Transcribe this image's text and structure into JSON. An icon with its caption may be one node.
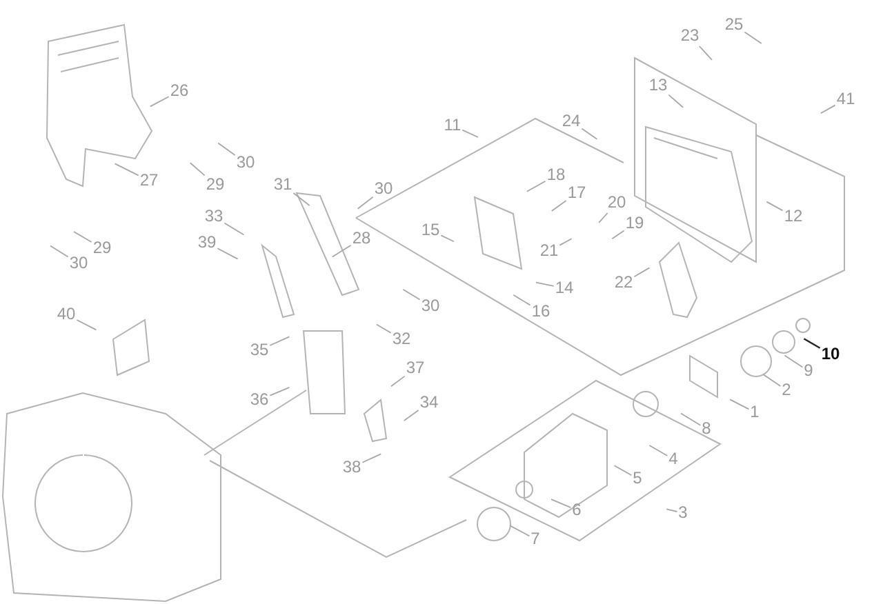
{
  "diagram": {
    "nodes": [
      {
        "text": [
          "25"
        ]
      },
      {
        "text": [
          "23"
        ]
      },
      {
        "text": [
          "13"
        ]
      },
      {
        "text": [
          "26"
        ]
      },
      {
        "text": [
          "41"
        ]
      },
      {
        "text": [
          "24"
        ]
      },
      {
        "text": [
          "11"
        ]
      },
      {
        "text": [
          "18"
        ]
      },
      {
        "text": [
          "27"
        ]
      },
      {
        "text": [
          "29"
        ]
      },
      {
        "text": [
          "30"
        ]
      },
      {
        "text": [
          "31"
        ]
      },
      {
        "text": [
          "30"
        ]
      },
      {
        "text": [
          "17"
        ]
      },
      {
        "text": [
          "20"
        ]
      },
      {
        "text": [
          "12"
        ]
      },
      {
        "text": [
          "33"
        ]
      },
      {
        "text": [
          "19"
        ]
      },
      {
        "text": [
          "15"
        ]
      },
      {
        "text": [
          "28"
        ]
      },
      {
        "text": [
          "39"
        ]
      },
      {
        "text": [
          "29"
        ]
      },
      {
        "text": [
          "21"
        ]
      },
      {
        "text": [
          "30"
        ]
      },
      {
        "text": [
          "22"
        ]
      },
      {
        "text": [
          "14"
        ]
      },
      {
        "text": [
          "30"
        ]
      },
      {
        "text": [
          "16"
        ]
      },
      {
        "text": [
          "40"
        ]
      },
      {
        "text": [
          "32"
        ]
      },
      {
        "text": [
          "35"
        ]
      },
      {
        "text": [
          "10"
        ]
      },
      {
        "text": [
          "37"
        ]
      },
      {
        "text": [
          "9"
        ]
      },
      {
        "text": [
          "2"
        ]
      },
      {
        "text": [
          "36"
        ]
      },
      {
        "text": [
          "34"
        ]
      },
      {
        "text": [
          "1"
        ]
      },
      {
        "text": [
          "8"
        ]
      },
      {
        "text": [
          "4"
        ]
      },
      {
        "text": [
          "38"
        ]
      },
      {
        "text": [
          "5"
        ]
      },
      {
        "text": [
          "3"
        ]
      },
      {
        "text": [
          "6"
        ]
      },
      {
        "text": [
          "7"
        ]
      }
    ],
    "edges": [
      {
        "from": 0,
        "to": null,
        "arrow": "none"
      },
      {
        "from": 1,
        "to": null,
        "arrow": "none"
      },
      {
        "from": 2,
        "to": null,
        "arrow": "none"
      },
      {
        "from": 3,
        "to": null,
        "arrow": "none"
      },
      {
        "from": 4,
        "to": null,
        "arrow": "none"
      },
      {
        "from": 5,
        "to": null,
        "arrow": "none"
      },
      {
        "from": 6,
        "to": null,
        "arrow": "none"
      },
      {
        "from": 7,
        "to": null,
        "arrow": "none"
      },
      {
        "from": 8,
        "to": null,
        "arrow": "none"
      },
      {
        "from": 9,
        "to": null,
        "arrow": "none"
      },
      {
        "from": 10,
        "to": null,
        "arrow": "none"
      },
      {
        "from": 11,
        "to": null,
        "arrow": "none"
      },
      {
        "from": 12,
        "to": null,
        "arrow": "none"
      },
      {
        "from": 13,
        "to": null,
        "arrow": "none"
      },
      {
        "from": 14,
        "to": null,
        "arrow": "none"
      },
      {
        "from": 15,
        "to": null,
        "arrow": "none"
      },
      {
        "from": 16,
        "to": null,
        "arrow": "none"
      },
      {
        "from": 17,
        "to": null,
        "arrow": "none"
      },
      {
        "from": 18,
        "to": null,
        "arrow": "none"
      },
      {
        "from": 19,
        "to": null,
        "arrow": "none"
      },
      {
        "from": 20,
        "to": null,
        "arrow": "none"
      },
      {
        "from": 21,
        "to": null,
        "arrow": "none"
      },
      {
        "from": 22,
        "to": null,
        "arrow": "none"
      },
      {
        "from": 23,
        "to": null,
        "arrow": "none"
      },
      {
        "from": 24,
        "to": null,
        "arrow": "none"
      },
      {
        "from": 25,
        "to": null,
        "arrow": "none"
      },
      {
        "from": 26,
        "to": null,
        "arrow": "none"
      },
      {
        "from": 27,
        "to": null,
        "arrow": "none"
      },
      {
        "from": 28,
        "to": null,
        "arrow": "none"
      },
      {
        "from": 29,
        "to": null,
        "arrow": "none"
      },
      {
        "from": 30,
        "to": null,
        "arrow": "none"
      },
      {
        "from": 31,
        "to": null,
        "arrow": "none",
        "color": "#222222"
      },
      {
        "from": 32,
        "to": null,
        "arrow": "none"
      },
      {
        "from": 33,
        "to": null,
        "arrow": "none"
      },
      {
        "from": 34,
        "to": null,
        "arrow": "none"
      },
      {
        "from": 35,
        "to": null,
        "arrow": "none"
      },
      {
        "from": 36,
        "to": null,
        "arrow": "none"
      },
      {
        "from": 37,
        "to": null,
        "arrow": "none"
      },
      {
        "from": 38,
        "to": null,
        "arrow": "none"
      },
      {
        "from": 39,
        "to": null,
        "arrow": "none"
      },
      {
        "from": 40,
        "to": null,
        "arrow": "none"
      },
      {
        "from": 41,
        "to": null,
        "arrow": "none"
      },
      {
        "from": 42,
        "to": null,
        "arrow": "none"
      },
      {
        "from": 43,
        "to": null,
        "arrow": "none"
      },
      {
        "from": 44,
        "to": null,
        "arrow": "none"
      }
    ]
  }
}
